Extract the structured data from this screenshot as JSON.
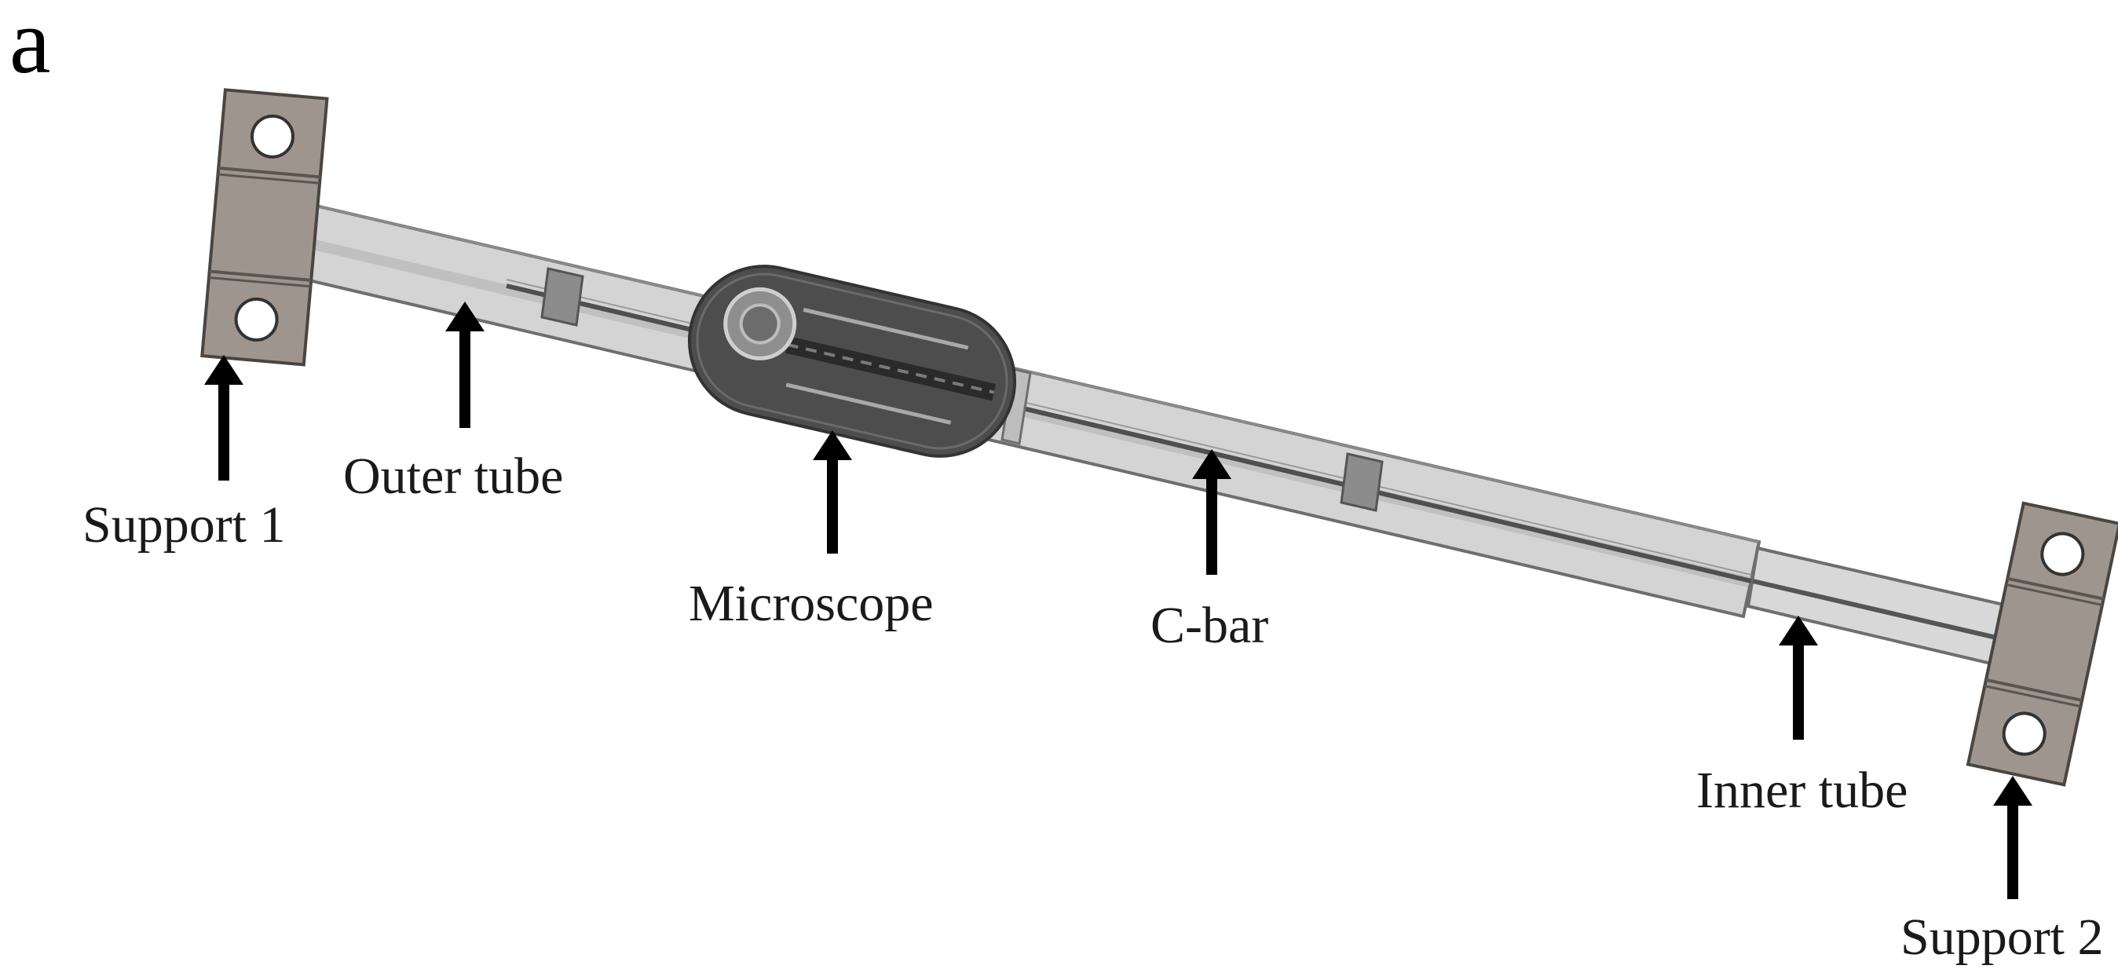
{
  "panel_label": "a",
  "labels": {
    "support_1": "Support 1",
    "outer_tube": "Outer tube",
    "microscope": "Microscope",
    "c_bar": "C-bar",
    "inner_tube": "Inner tube",
    "support_2": "Support 2"
  },
  "colors": {
    "support": "#9b938b",
    "support_outline": "#4a4540",
    "tube": "#d2d2d2",
    "tube_outline": "#707070",
    "microscope_body": "#4d4d4d",
    "arrow": "#000000"
  }
}
